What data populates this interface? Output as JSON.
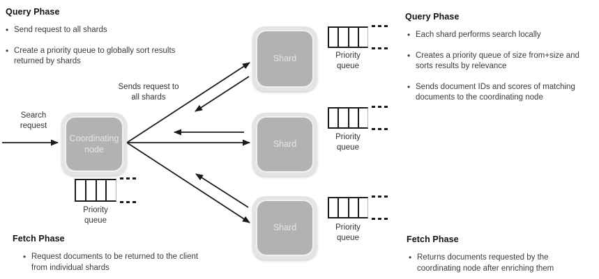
{
  "panels": {
    "top_left": {
      "heading": "Query Phase",
      "bullets": [
        "Send request to all shards",
        "Create a priority queue to globally sort results returned by shards"
      ]
    },
    "top_right": {
      "heading": "Query Phase",
      "bullets": [
        "Each shard performs search locally",
        "Creates a priority queue of size from+size and sorts results by relevance",
        "Sends document IDs and scores of matching documents to the coordinating node"
      ]
    },
    "bottom_left": {
      "heading": "Fetch Phase",
      "bullets": [
        "Request documents to be returned to the client from individual shards"
      ]
    },
    "bottom_right": {
      "heading": "Fetch Phase",
      "bullets": [
        "Returns documents requested by the coordinating node after enriching them"
      ]
    }
  },
  "diagram": {
    "coordinating_node": {
      "label": "Coordinating node"
    },
    "shards": [
      {
        "label": "Shard"
      },
      {
        "label": "Shard"
      },
      {
        "label": "Shard"
      }
    ],
    "queues": [
      {
        "label": "Priority queue"
      },
      {
        "label": "Priority queue"
      },
      {
        "label": "Priority queue"
      },
      {
        "label": "Priority queue"
      }
    ],
    "arrow_labels": {
      "search_request": "Search request",
      "sends_request": "Sends request to all shards"
    }
  },
  "colors": {
    "background": "#ffffff",
    "node_fill": "#b2b2b2",
    "node_ring": "#e4e4e4",
    "node_label": "#e6e6e6",
    "arrow": "#1a1a1a",
    "body_text": "#3a3a3a",
    "heading_text": "#111111"
  }
}
